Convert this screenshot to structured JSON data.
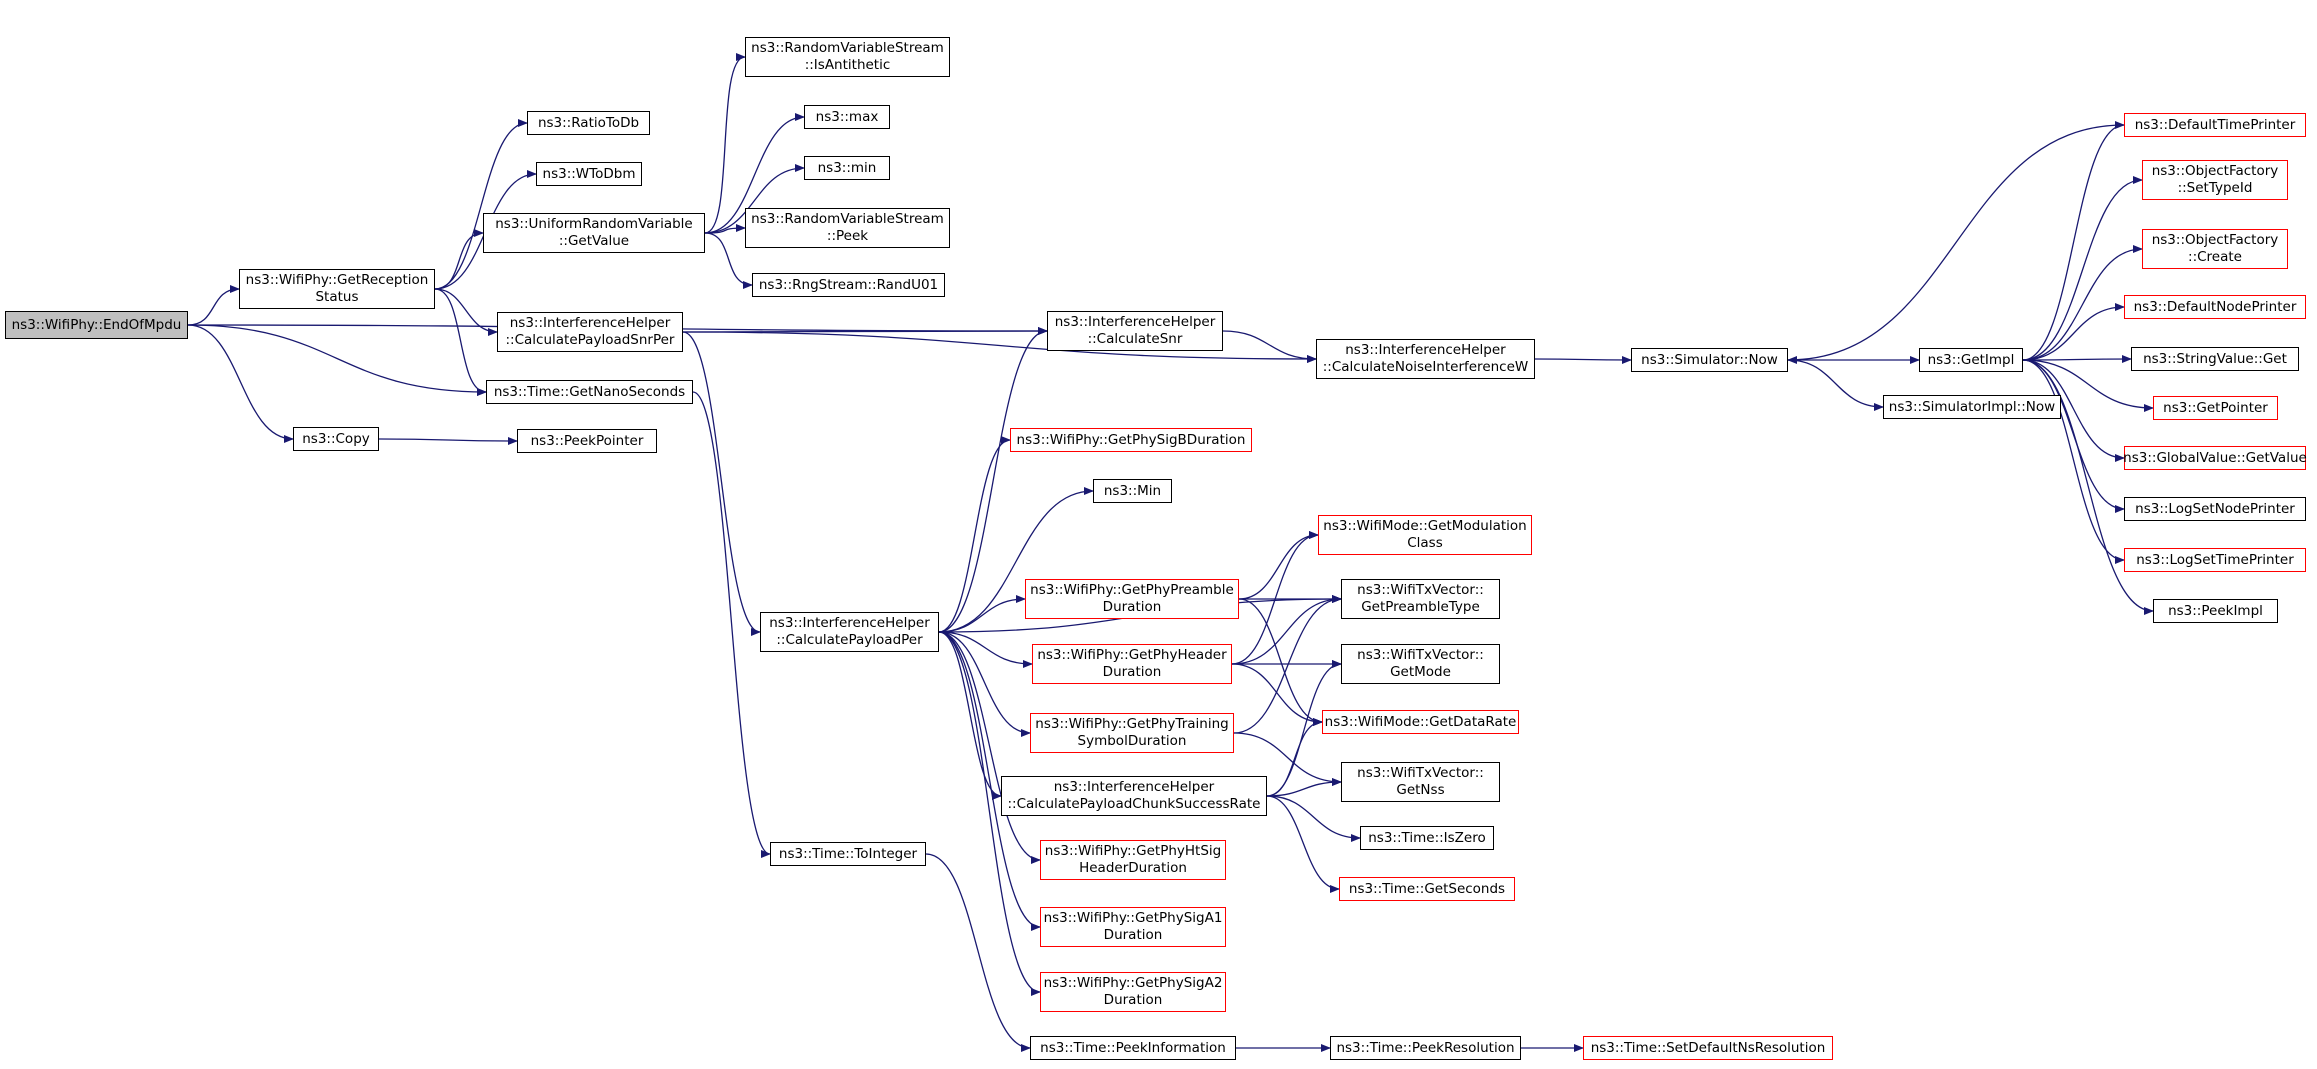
{
  "colors": {
    "edge": "#191970",
    "node_border": "#000000",
    "truncated_border": "#ff0000",
    "root_fill": "#bfbfbf"
  },
  "nodes": [
    {
      "id": "end",
      "label": "ns3::WifiPhy::EndOfMpdu",
      "root": true,
      "red": false
    },
    {
      "id": "getrec",
      "label": "ns3::WifiPhy::GetReception\nStatus",
      "red": false
    },
    {
      "id": "copy",
      "label": "ns3::Copy",
      "red": false
    },
    {
      "id": "peekptr",
      "label": "ns3::PeekPointer",
      "red": false
    },
    {
      "id": "ratio",
      "label": "ns3::RatioToDb",
      "red": false
    },
    {
      "id": "wtodbm",
      "label": "ns3::WToDbm",
      "red": false
    },
    {
      "id": "urv",
      "label": "ns3::UniformRandomVariable\n::GetValue",
      "red": false
    },
    {
      "id": "anti",
      "label": "ns3::RandomVariableStream\n::IsAntithetic",
      "red": false
    },
    {
      "id": "max",
      "label": "ns3::max",
      "red": false
    },
    {
      "id": "min",
      "label": "ns3::min",
      "red": false
    },
    {
      "id": "peek",
      "label": "ns3::RandomVariableStream\n::Peek",
      "red": false
    },
    {
      "id": "randu",
      "label": "ns3::RngStream::RandU01",
      "red": false
    },
    {
      "id": "cpsp",
      "label": "ns3::InterferenceHelper\n::CalculatePayloadSnrPer",
      "red": false
    },
    {
      "id": "nano",
      "label": "ns3::Time::GetNanoSeconds",
      "red": false
    },
    {
      "id": "snr",
      "label": "ns3::InterferenceHelper\n::CalculateSnr",
      "red": false
    },
    {
      "id": "niw",
      "label": "ns3::InterferenceHelper\n::CalculateNoiseInterferenceW",
      "red": false
    },
    {
      "id": "now",
      "label": "ns3::Simulator::Now",
      "red": false
    },
    {
      "id": "getimpl",
      "label": "ns3::GetImpl",
      "red": false
    },
    {
      "id": "simnow",
      "label": "ns3::SimulatorImpl::Now",
      "red": false
    },
    {
      "id": "dtp",
      "label": "ns3::DefaultTimePrinter",
      "red": true
    },
    {
      "id": "ofst",
      "label": "ns3::ObjectFactory\n::SetTypeId",
      "red": true
    },
    {
      "id": "ofc",
      "label": "ns3::ObjectFactory\n::Create",
      "red": true
    },
    {
      "id": "dnp",
      "label": "ns3::DefaultNodePrinter",
      "red": true
    },
    {
      "id": "svget",
      "label": "ns3::StringValue::Get",
      "red": false
    },
    {
      "id": "getptr",
      "label": "ns3::GetPointer",
      "red": true
    },
    {
      "id": "gvget",
      "label": "ns3::GlobalValue::GetValue",
      "red": true
    },
    {
      "id": "lsnp",
      "label": "ns3::LogSetNodePrinter",
      "red": false
    },
    {
      "id": "lstp",
      "label": "ns3::LogSetTimePrinter",
      "red": true
    },
    {
      "id": "peekimpl",
      "label": "ns3::PeekImpl",
      "red": false
    },
    {
      "id": "cpp",
      "label": "ns3::InterferenceHelper\n::CalculatePayloadPer",
      "red": false
    },
    {
      "id": "sigb",
      "label": "ns3::WifiPhy::GetPhySigBDuration",
      "red": true
    },
    {
      "id": "Min",
      "label": "ns3::Min",
      "red": false
    },
    {
      "id": "preamble",
      "label": "ns3::WifiPhy::GetPhyPreamble\nDuration",
      "red": true
    },
    {
      "id": "header",
      "label": "ns3::WifiPhy::GetPhyHeader\nDuration",
      "red": true
    },
    {
      "id": "training",
      "label": "ns3::WifiPhy::GetPhyTraining\nSymbolDuration",
      "red": true
    },
    {
      "id": "chunk",
      "label": "ns3::InterferenceHelper\n::CalculatePayloadChunkSuccessRate",
      "red": false
    },
    {
      "id": "htsig",
      "label": "ns3::WifiPhy::GetPhyHtSig\nHeaderDuration",
      "red": true
    },
    {
      "id": "siga1",
      "label": "ns3::WifiPhy::GetPhySigA1\nDuration",
      "red": true
    },
    {
      "id": "siga2",
      "label": "ns3::WifiPhy::GetPhySigA2\nDuration",
      "red": true
    },
    {
      "id": "modclass",
      "label": "ns3::WifiMode::GetModulation\nClass",
      "red": true
    },
    {
      "id": "ptype",
      "label": "ns3::WifiTxVector::\nGetPreambleType",
      "red": false
    },
    {
      "id": "gmode",
      "label": "ns3::WifiTxVector::\nGetMode",
      "red": false
    },
    {
      "id": "drate",
      "label": "ns3::WifiMode::GetDataRate",
      "red": true
    },
    {
      "id": "nss",
      "label": "ns3::WifiTxVector::\nGetNss",
      "red": false
    },
    {
      "id": "iszero",
      "label": "ns3::Time::IsZero",
      "red": false
    },
    {
      "id": "secs",
      "label": "ns3::Time::GetSeconds",
      "red": true
    },
    {
      "id": "toint",
      "label": "ns3::Time::ToInteger",
      "red": false
    },
    {
      "id": "pinfo",
      "label": "ns3::Time::PeekInformation",
      "red": false
    },
    {
      "id": "pres",
      "label": "ns3::Time::PeekResolution",
      "red": false
    },
    {
      "id": "sdns",
      "label": "ns3::Time::SetDefaultNsResolution",
      "red": true
    }
  ],
  "edges": [
    [
      "end",
      "getrec"
    ],
    [
      "end",
      "nano"
    ],
    [
      "end",
      "copy"
    ],
    [
      "end",
      "snr"
    ],
    [
      "copy",
      "peekptr"
    ],
    [
      "getrec",
      "ratio"
    ],
    [
      "getrec",
      "wtodbm"
    ],
    [
      "getrec",
      "urv"
    ],
    [
      "getrec",
      "cpsp"
    ],
    [
      "getrec",
      "nano"
    ],
    [
      "urv",
      "anti"
    ],
    [
      "urv",
      "max"
    ],
    [
      "urv",
      "min"
    ],
    [
      "urv",
      "peek"
    ],
    [
      "urv",
      "randu"
    ],
    [
      "cpsp",
      "snr"
    ],
    [
      "cpsp",
      "niw"
    ],
    [
      "cpsp",
      "cpp"
    ],
    [
      "snr",
      "niw"
    ],
    [
      "niw",
      "now"
    ],
    [
      "now",
      "getimpl"
    ],
    [
      "now",
      "simnow"
    ],
    [
      "getimpl",
      "dtp"
    ],
    [
      "getimpl",
      "ofst"
    ],
    [
      "getimpl",
      "ofc"
    ],
    [
      "getimpl",
      "dnp"
    ],
    [
      "getimpl",
      "svget"
    ],
    [
      "getimpl",
      "getptr"
    ],
    [
      "getimpl",
      "gvget"
    ],
    [
      "getimpl",
      "lsnp"
    ],
    [
      "getimpl",
      "lstp"
    ],
    [
      "getimpl",
      "peekimpl"
    ],
    [
      "dtp",
      "now"
    ],
    [
      "nano",
      "toint"
    ],
    [
      "toint",
      "pinfo"
    ],
    [
      "pinfo",
      "pres"
    ],
    [
      "pres",
      "sdns"
    ],
    [
      "cpp",
      "snr"
    ],
    [
      "cpp",
      "sigb"
    ],
    [
      "cpp",
      "Min"
    ],
    [
      "cpp",
      "ptype"
    ],
    [
      "cpp",
      "preamble"
    ],
    [
      "cpp",
      "header"
    ],
    [
      "cpp",
      "training"
    ],
    [
      "cpp",
      "chunk"
    ],
    [
      "cpp",
      "htsig"
    ],
    [
      "cpp",
      "siga1"
    ],
    [
      "cpp",
      "siga2"
    ],
    [
      "preamble",
      "modclass"
    ],
    [
      "preamble",
      "ptype"
    ],
    [
      "preamble",
      "drate"
    ],
    [
      "header",
      "ptype"
    ],
    [
      "header",
      "gmode"
    ],
    [
      "header",
      "modclass"
    ],
    [
      "header",
      "drate"
    ],
    [
      "training",
      "nss"
    ],
    [
      "training",
      "ptype"
    ],
    [
      "chunk",
      "gmode"
    ],
    [
      "chunk",
      "drate"
    ],
    [
      "chunk",
      "nss"
    ],
    [
      "chunk",
      "iszero"
    ],
    [
      "chunk",
      "secs"
    ]
  ]
}
